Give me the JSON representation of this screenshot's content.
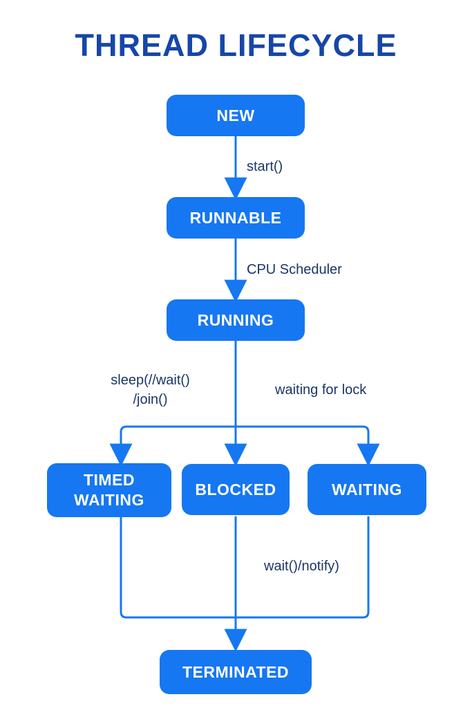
{
  "title": "THREAD LIFECYCLE",
  "nodes": {
    "new": "NEW",
    "runnable": "RUNNABLE",
    "running": "RUNNING",
    "timed_waiting": "TIMED WAITING",
    "blocked": "BLOCKED",
    "waiting": "WAITING",
    "terminated": "TERMINATED"
  },
  "edge_labels": {
    "start": "start()",
    "cpu_scheduler": "CPU Scheduler",
    "sleep_wait": "sleep(//wait()",
    "join": "/join()",
    "waiting_for_lock": "waiting for lock",
    "wait_notify": "wait()/notify)"
  },
  "colors": {
    "box_fill": "#1677F2",
    "box_text": "#FFFFFF",
    "title_text": "#1646A8",
    "label_text": "#1A3568",
    "connector": "#1677F2",
    "background": "#FFFFFF"
  }
}
